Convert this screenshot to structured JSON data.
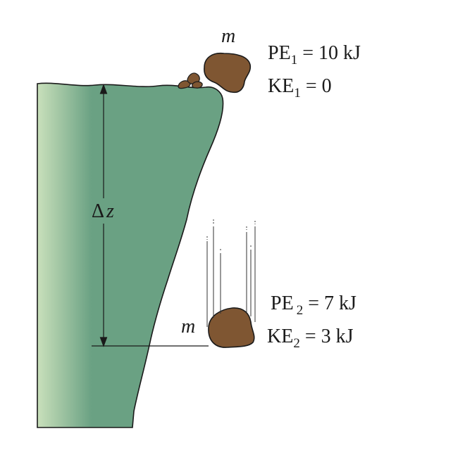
{
  "colors": {
    "cliff_fill": "#6aa183",
    "cliff_light": "#c9e0bb",
    "rock_fill": "#7f5632",
    "line": "#1a1a1a"
  },
  "top_rock": {
    "mass_label": "m",
    "pe": {
      "symbol": "PE",
      "subscript": "1",
      "value": "= 10 kJ"
    },
    "ke": {
      "symbol": "KE",
      "subscript": "1",
      "value": "= 0"
    }
  },
  "bottom_rock": {
    "mass_label": "m",
    "pe": {
      "symbol": "PE",
      "subscript": "2",
      "value": "= 7 kJ"
    },
    "ke": {
      "symbol": "KE",
      "subscript": "2",
      "value": "= 3 kJ"
    }
  },
  "height_label": {
    "delta": "Δ",
    "var": "z"
  }
}
